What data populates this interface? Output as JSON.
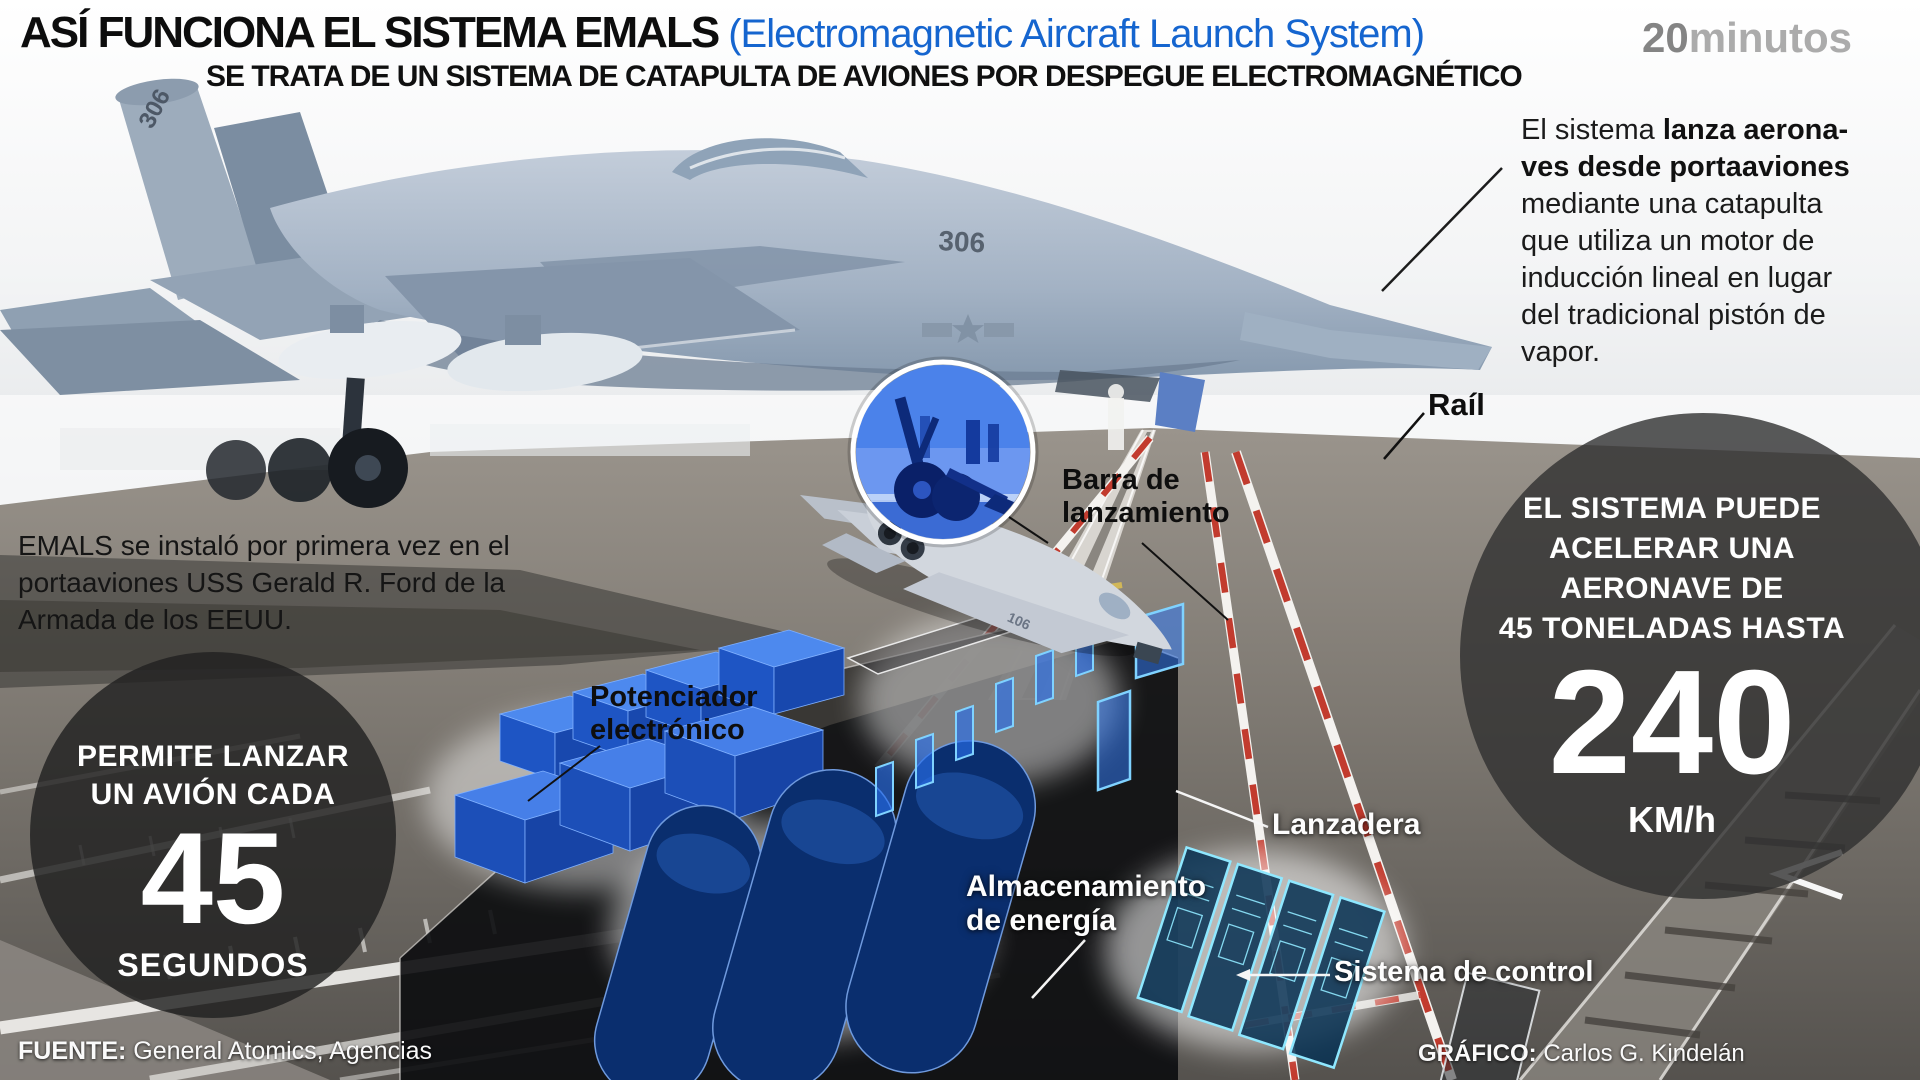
{
  "header": {
    "title": "ASÍ FUNCIONA EL SISTEMA EMALS",
    "title_sub": "(Electromagnetic Aircraft Launch System)",
    "brand_bold": "20",
    "brand_light": "minutos",
    "subtitle": "SE TRATA DE UN SISTEMA DE CATAPULTA DE AVIONES POR DESPEGUE ELECTROMAGNÉTICO"
  },
  "intro": {
    "l1_normal": "El sistema ",
    "l1_bold": "lanza aerona-",
    "l2_bold": "ves desde portaaviones",
    "l3": "mediante una catapulta",
    "l4": "que utiliza un motor de",
    "l5": "inducción lineal en lugar",
    "l6": "del tradicional pistón de",
    "l7": "vapor."
  },
  "note": {
    "l1": "EMALS se instaló por primera vez en el",
    "l2": "portaaviones USS Gerald R. Ford de la",
    "l3": "Armada de los EEUU."
  },
  "labels": {
    "rail": "Raíl",
    "launch_bar_l1": "Barra de",
    "launch_bar_l2": "lanzamiento",
    "booster_l1": "Potenciador",
    "booster_l2": "electrónico",
    "shuttle": "Lanzadera",
    "storage_l1": "Almacenamiento",
    "storage_l2": "de energía",
    "control": "Sistema de control"
  },
  "stat_left": {
    "l1": "PERMITE LANZAR",
    "l2": "UN AVIÓN CADA",
    "value": "45",
    "unit": "SEGUNDOS"
  },
  "stat_right": {
    "l1": "EL SISTEMA PUEDE",
    "l2": "ACELERAR UNA",
    "l3": "AERONAVE DE",
    "l4": "45 TONELADAS HASTA",
    "value": "240",
    "unit": "KM/h"
  },
  "credits": {
    "source_label": "FUENTE:",
    "source_text": " General Atomics, Agencias",
    "graphic_label": "GRÁFICO:",
    "graphic_text": " Carlos G. Kindelán"
  },
  "aircraft": {
    "tail_number": "306",
    "nose_number": "306",
    "diagram_number": "106"
  },
  "colors": {
    "accent_blue": "#1565cf",
    "inset_blue": "#2c66d8",
    "glow_cyan": "#8fe8ff",
    "panel_dark": "rgba(40,40,40,0.8)"
  }
}
